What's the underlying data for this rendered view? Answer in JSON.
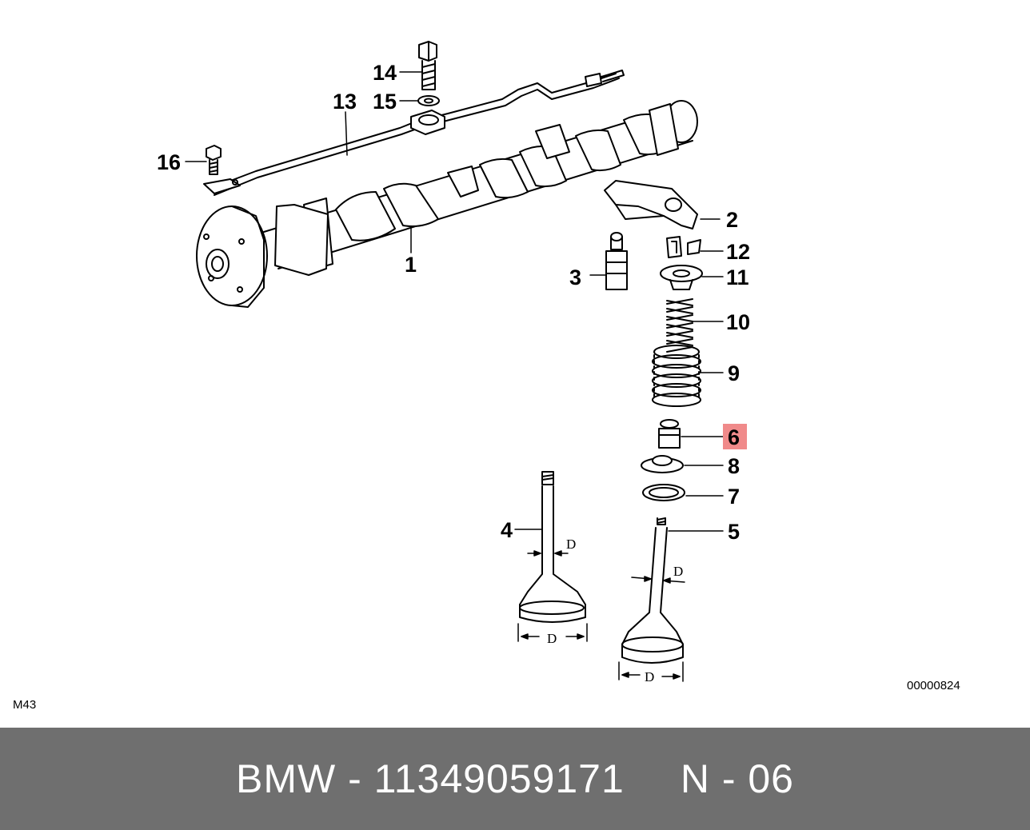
{
  "diagram": {
    "callouts": {
      "c1": "1",
      "c2": "2",
      "c3": "3",
      "c4": "4",
      "c5": "5",
      "c6": "6",
      "c7": "7",
      "c8": "8",
      "c9": "9",
      "c10": "10",
      "c11": "11",
      "c12": "12",
      "c13": "13",
      "c14": "14",
      "c15": "15",
      "c16": "16"
    },
    "highlight_color": "#f08a8a",
    "dimension_label": "D",
    "corner_left": "M43",
    "corner_right": "00000824"
  },
  "footer": {
    "part_text": "BMW - 11349059171",
    "position_text": "N - 06"
  }
}
